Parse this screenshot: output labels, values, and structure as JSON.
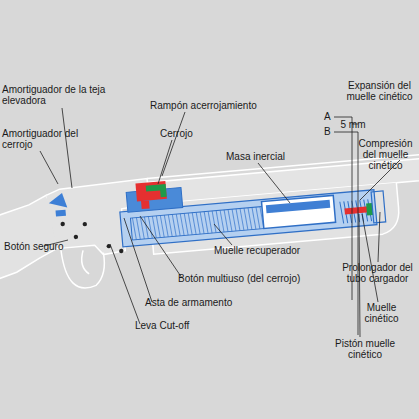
{
  "diagram": {
    "labels": [
      "Amortiguador de la teja elevadora",
      "Rampón acerrojamiento",
      "Cerrojo",
      "Amortiguador del cerrojo",
      "Masa inercial",
      "Expansión del muelle cinético",
      "A",
      "5 mm",
      "B",
      "Compresión del muelle cinético",
      "Botón seguro",
      "Muelle recuperador",
      "Botón multiuso (del cerrojo)",
      "Asta de armamento",
      "Leva Cut-off",
      "Prolongador del tubo cargador",
      "Muelle cinético",
      "Pistón muelle cinético"
    ]
  }
}
